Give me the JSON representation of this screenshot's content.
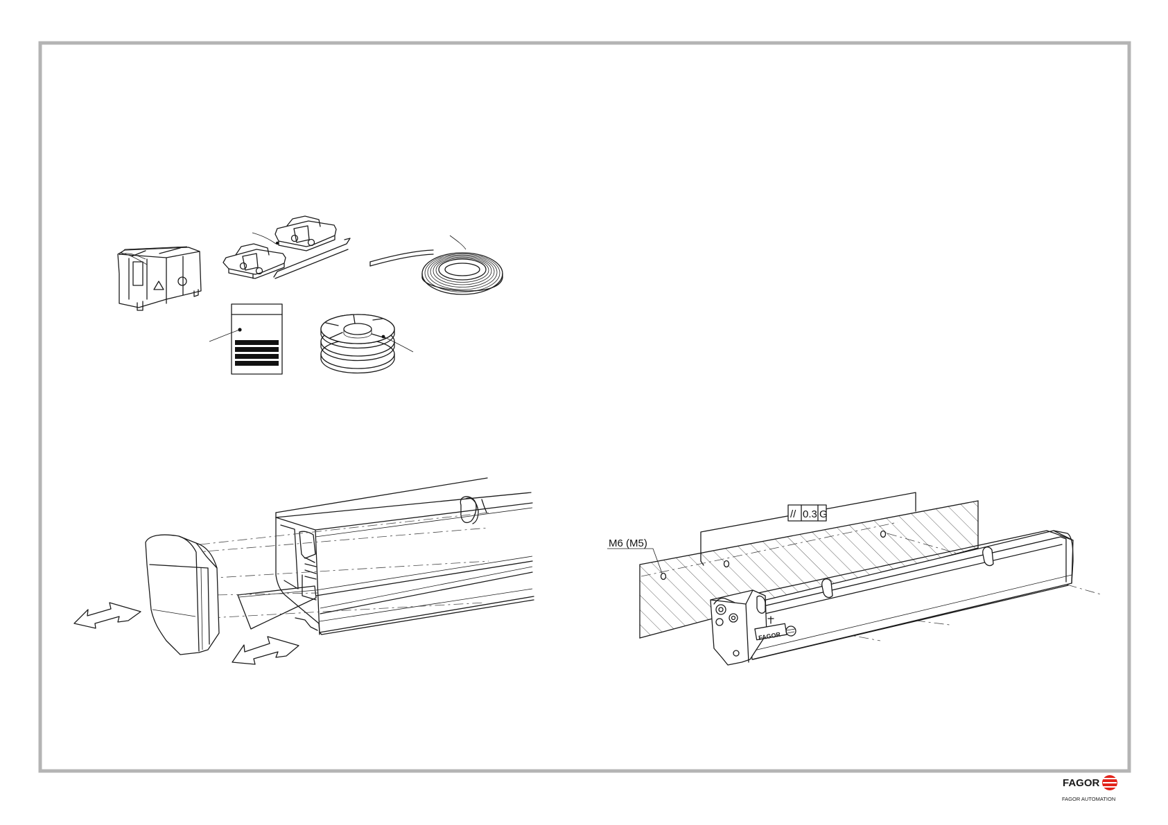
{
  "annotations": {
    "mounting_thread": "M6 (M5)",
    "tolerance_symbol": "//",
    "tolerance_value": "0.3",
    "tolerance_datum": "G"
  },
  "brand": {
    "logo_text": "FAGOR",
    "subtitle": "FAGOR AUTOMATION",
    "accent_color": "#e2231a",
    "product_label": "FAGOR"
  },
  "colors": {
    "frame": "#b4b4b4",
    "line": "#1a1a1a"
  }
}
